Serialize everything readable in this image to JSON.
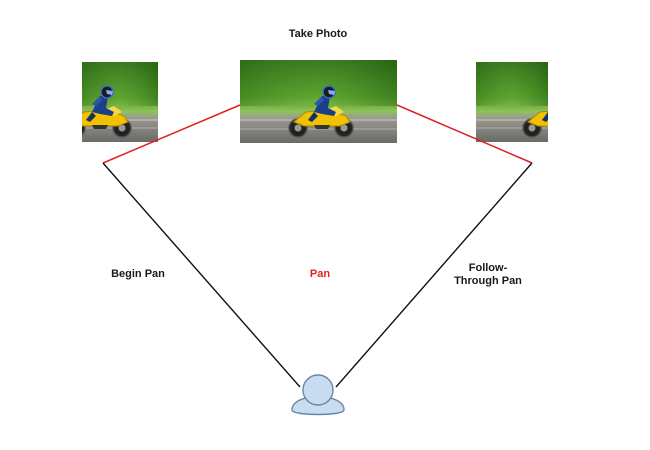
{
  "labels": {
    "take_photo": "Take Photo",
    "begin_pan": "Begin Pan",
    "pan": "Pan",
    "follow_through_line1": "Follow-",
    "follow_through_line2": "Through Pan"
  },
  "colors": {
    "pan_line": "#e02020",
    "sight_line": "#111111",
    "pan_text": "#e02020",
    "person_fill": "#c9dcf0",
    "person_stroke": "#6a86a8"
  },
  "photos": [
    {
      "name": "left-photo",
      "description": "motorcycle rider on track, partially cropped"
    },
    {
      "name": "center-photo",
      "description": "motorcycle rider on track"
    },
    {
      "name": "right-photo",
      "description": "motorcycle rider on track, partially cropped"
    }
  ]
}
